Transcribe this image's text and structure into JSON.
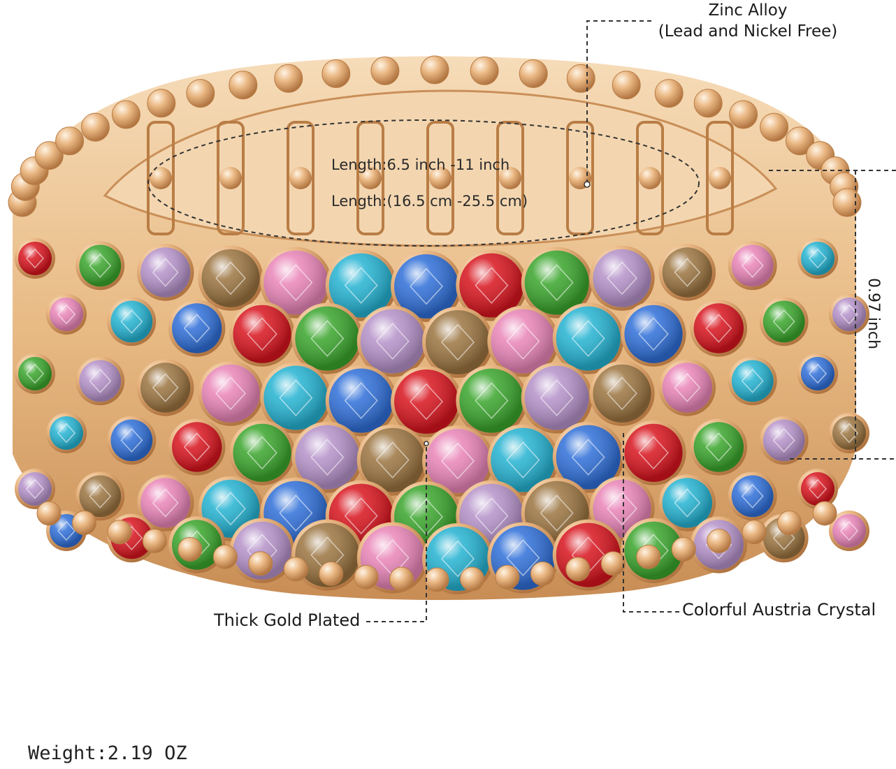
{
  "annotations": {
    "material_line1": "Zinc Alloy",
    "material_line2": "(Lead and Nickel Free)",
    "length_inch": "Length:6.5 inch -11 inch",
    "length_cm": "Length:(16.5 cm -25.5 cm)",
    "width": "0.97 inch",
    "plating": "Thick Gold Plated",
    "crystal": "Colorful Austria Crystal",
    "weight": "Weight:2.19 OZ"
  },
  "colors": {
    "gold": "#e7b27a",
    "gold_dark": "#b97d45",
    "crystal_red": "#d8141e",
    "crystal_blue": "#2f6fd8",
    "crystal_aqua": "#25b3d2",
    "crystal_green": "#3aa52c",
    "crystal_pink": "#e985b8",
    "crystal_violet": "#b592c9",
    "crystal_topaz": "#9b7440"
  }
}
